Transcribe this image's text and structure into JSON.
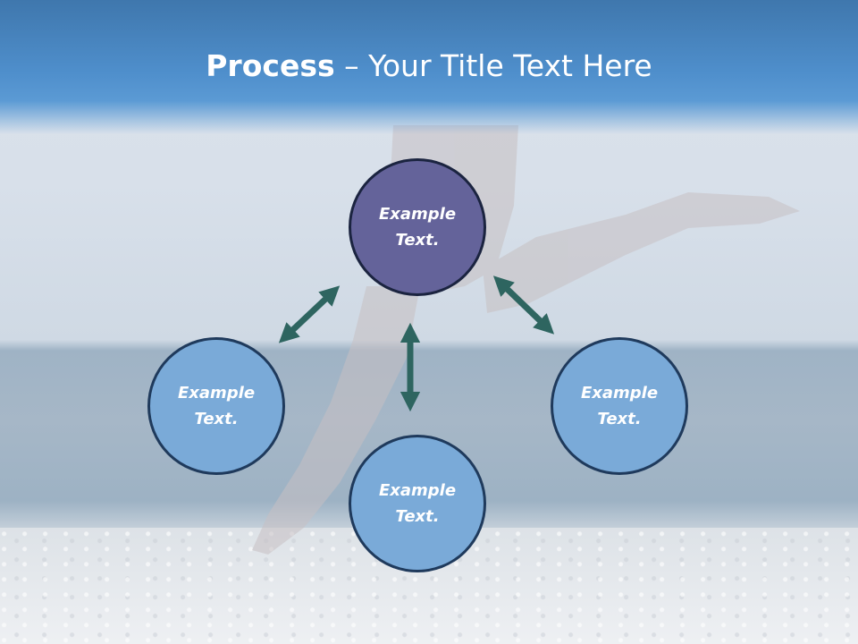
{
  "title": {
    "bold": "Process",
    "rest": " – Your Title Text Here"
  },
  "nodes": {
    "center": {
      "label": "Example\nText."
    },
    "left": {
      "label": "Example\nText."
    },
    "bottom": {
      "label": "Example\nText."
    },
    "right": {
      "label": "Example\nText."
    }
  },
  "colors": {
    "center_fill": "#64639a",
    "outer_fill": "#7aaad8",
    "arrow": "#2e6560",
    "title_band": "#4f8fcc"
  }
}
